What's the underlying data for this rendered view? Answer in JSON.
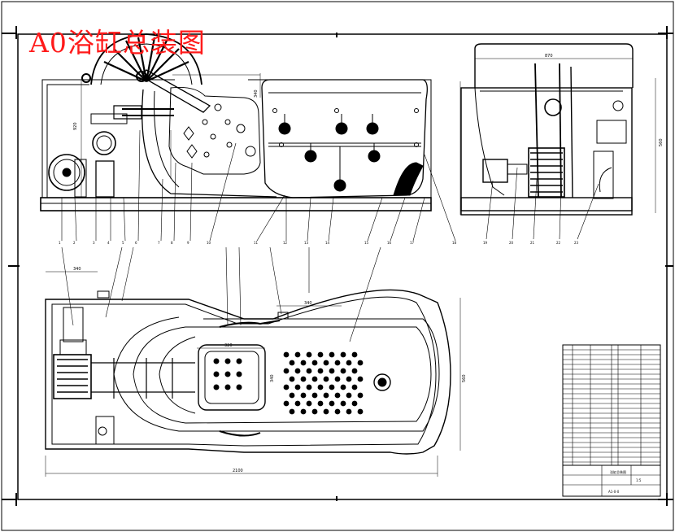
{
  "title": "A0浴缸总装图",
  "dimensions": {
    "front_width": "870",
    "front_left_height": "920",
    "side_height": "560",
    "top_total": "2100",
    "top_dim_left": "340",
    "top_dim_mid": "340",
    "top_headrest_w": "320",
    "top_headrest_h": "340",
    "top_right_height": "560",
    "front_small": "340"
  },
  "title_block": {
    "drawing_name": "浴缸总装图",
    "scale": "1:5",
    "sheet_no": "A1-0-0"
  },
  "colors": {
    "line": "#000000",
    "title_red": "#ff1a1a",
    "paper": "#ffffff"
  }
}
